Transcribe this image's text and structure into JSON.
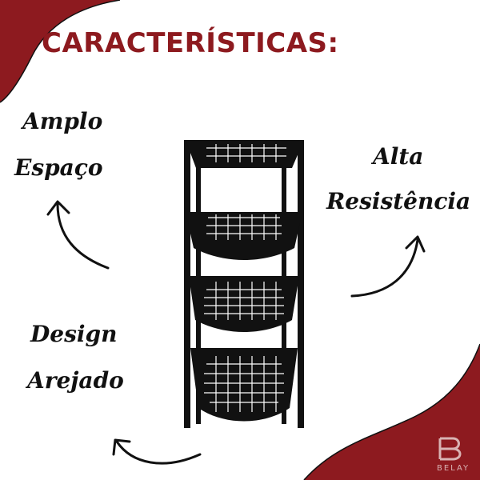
{
  "colors": {
    "accent": "#8d1a1f",
    "text": "#111111",
    "background": "#ffffff"
  },
  "title": "CARACTERÍSTICAS:",
  "features": {
    "top_left": {
      "line1": "Amplo",
      "line2": "Espaço"
    },
    "top_right": {
      "line1": "Alta",
      "line2": "Resistência"
    },
    "bottom_left": {
      "line1": "Design",
      "line2": "Arejado"
    }
  },
  "product_image": "four-tier black plastic storage rack with basket shelves",
  "brand": {
    "name": "BELAY",
    "logo_icon": "belay-b-logo-icon"
  }
}
